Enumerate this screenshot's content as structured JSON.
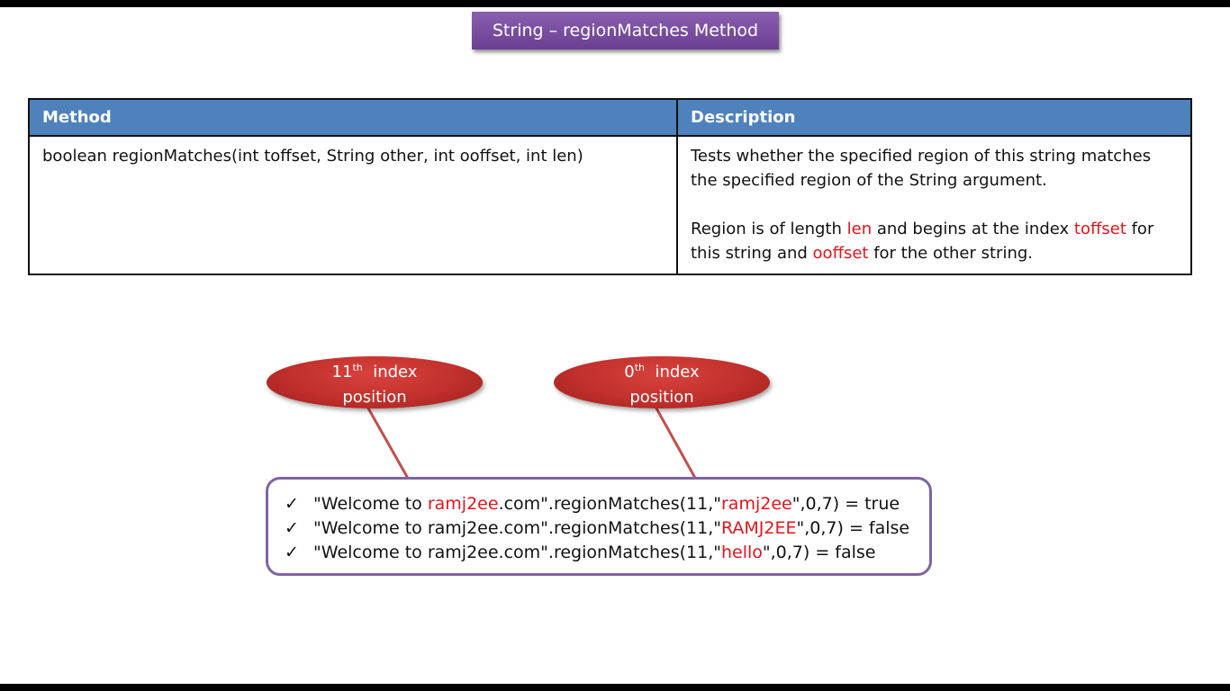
{
  "title": "String – regionMatches Method",
  "table": {
    "headers": {
      "method": "Method",
      "description": "Description"
    },
    "method_signature": "boolean regionMatches(int toffset, String other, int ooffset, int len)",
    "description_p1": "Tests whether the specified region of this string matches the specified region of the String argument.",
    "description_p2": {
      "t1": "Region is of length ",
      "h1": "len",
      "t2": " and begins at the index ",
      "h2": "toffset",
      "t3": " for this string and ",
      "h3": "ooffset",
      "t4": " for the other string."
    }
  },
  "callouts": [
    {
      "num": "11",
      "sup": "th",
      "word": "  index",
      "line2": "position"
    },
    {
      "num": "0",
      "sup": "th",
      "word": "  index",
      "line2": "position"
    }
  ],
  "examples": [
    {
      "check": "✓",
      "prefix": " \"Welcome to ",
      "mid_red": "ramj2ee",
      "mid": ".com\".regionMatches(11,\"",
      "arg_red": "ramj2ee",
      "suffix": "\",0,7) = true"
    },
    {
      "check": "✓",
      "prefix": " \"Welcome to ramj2ee.com\".regionMatches(11,\"",
      "arg_red": "RAMJ2EE",
      "suffix": "\",0,7) = false"
    },
    {
      "check": "✓",
      "prefix": " \"Welcome to ramj2ee.com\".regionMatches(11,\"",
      "arg_red": "hello",
      "suffix": "\",0,7) = false"
    }
  ],
  "colors": {
    "title_bg": "#7a4fa3",
    "header_bg": "#4f81bd",
    "highlight": "#e4141b",
    "callout": "#c0302c",
    "box_border": "#8064a2"
  }
}
